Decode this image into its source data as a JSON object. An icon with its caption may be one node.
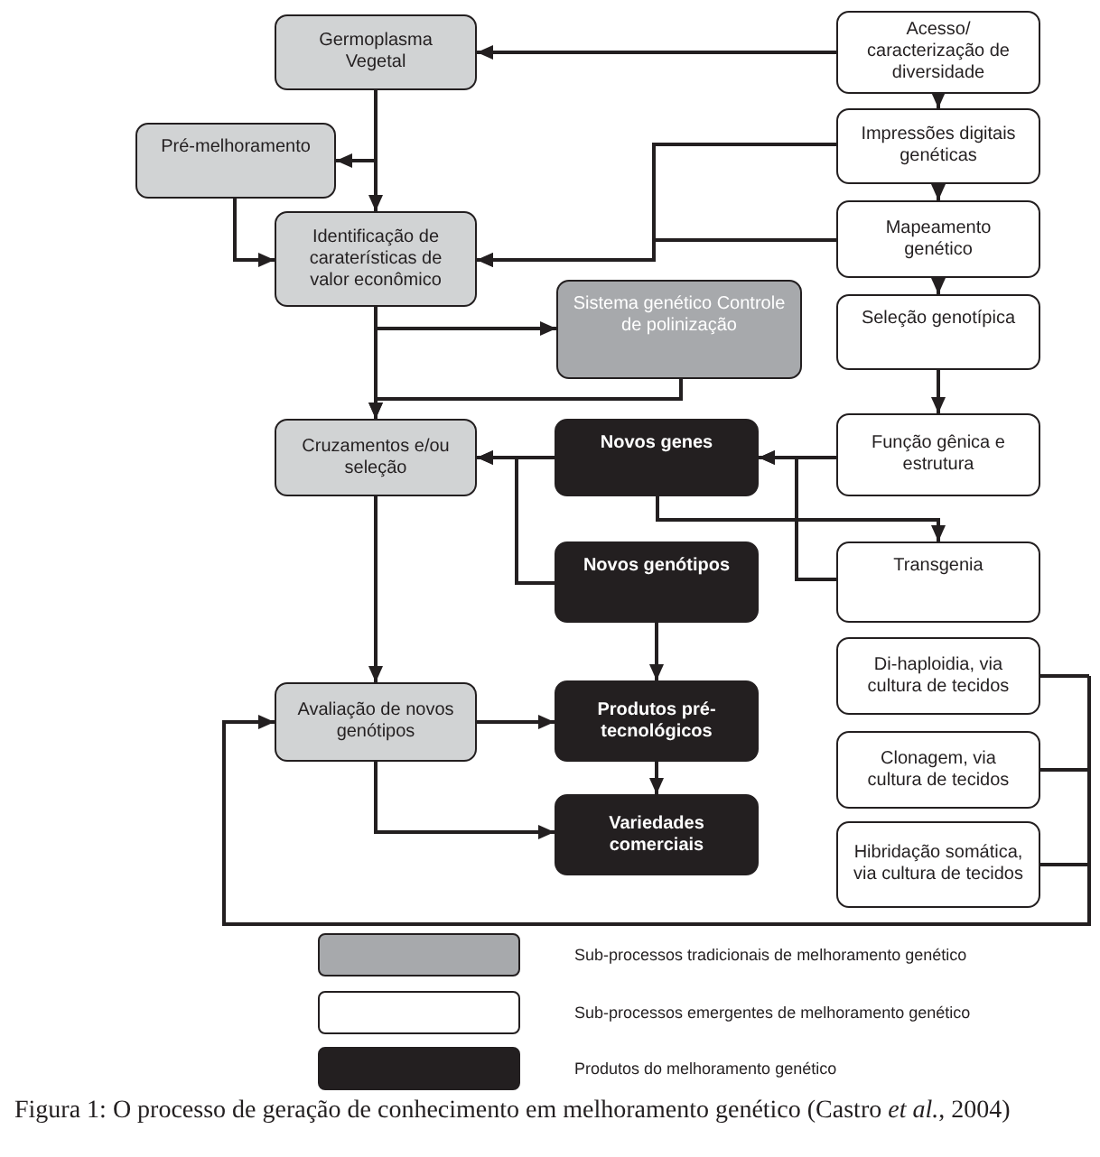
{
  "diagram": {
    "caption": "Figura 1: O processo de geração de conhecimento em melhoramento genético (Castro *et al.*, 2004)",
    "nodes": [
      {
        "text": [
          "Germoplasma Vegetal"
        ]
      },
      {
        "text": [
          "Acesso/ caracterização de diversidade"
        ]
      },
      {
        "text": [
          "Pré-melhoramento"
        ]
      },
      {
        "text": [
          "Impressões digitais genéticas"
        ]
      },
      {
        "text": [
          "Identificação de caraterísticas de valor econômico"
        ]
      },
      {
        "text": [
          "Mapeamento genético"
        ]
      },
      {
        "text": [
          "Sistema genético Controle de polinização"
        ]
      },
      {
        "text": [
          "Seleção genotípica"
        ]
      },
      {
        "text": [
          "Cruzamentos e/ou seleção"
        ]
      },
      {
        "text": [
          "Novos genes"
        ]
      },
      {
        "text": [
          "Função gênica e estrutura"
        ]
      },
      {
        "text": [
          "Novos genótipos"
        ]
      },
      {
        "text": [
          "Transgenia"
        ]
      },
      {
        "text": [
          "Di-haploidia, via cultura de tecidos"
        ]
      },
      {
        "text": [
          "Avaliação de novos genótipos"
        ]
      },
      {
        "text": [
          "Produtos pré-tecnológicos"
        ]
      },
      {
        "text": [
          "Clonagem, via cultura de tecidos"
        ]
      },
      {
        "text": [
          "Variedades comerciais"
        ]
      },
      {
        "text": [
          "Hibridação somática, via cultura de tecidos"
        ]
      }
    ],
    "edges": [
      {
        "from": 1,
        "to": 0,
        "arrow": "to"
      },
      {
        "from": 1,
        "to": 3,
        "arrow": "to"
      },
      {
        "from": 3,
        "to": 5,
        "arrow": "to"
      },
      {
        "from": 5,
        "to": 7,
        "arrow": "to"
      },
      {
        "from": 7,
        "to": 10,
        "arrow": "to"
      },
      {
        "from": 0,
        "to": 4,
        "arrow": "to"
      },
      {
        "from": 0,
        "to": 2,
        "arrow": "to"
      },
      {
        "from": 2,
        "to": 4,
        "arrow": "to"
      },
      {
        "from": 3,
        "to": 4,
        "arrow": "to"
      },
      {
        "from": 5,
        "to": 4,
        "arrow": "to"
      },
      {
        "from": 4,
        "to": 6,
        "arrow": "to"
      },
      {
        "from": 4,
        "to": 8,
        "arrow": "to"
      },
      {
        "from": 6,
        "to": 8,
        "arrow": "to"
      },
      {
        "from": 9,
        "to": 8,
        "arrow": "to"
      },
      {
        "from": 11,
        "to": 8,
        "arrow": "to"
      },
      {
        "from": 10,
        "to": 9,
        "arrow": "to"
      },
      {
        "from": 12,
        "to": 9,
        "arrow": "to"
      },
      {
        "from": 9,
        "to": 12,
        "arrow": "to"
      },
      {
        "from": 11,
        "to": 15,
        "arrow": "to"
      },
      {
        "from": 15,
        "to": 17,
        "arrow": "to"
      },
      {
        "from": 8,
        "to": 14,
        "arrow": "to"
      },
      {
        "from": 14,
        "to": 15,
        "arrow": "to"
      },
      {
        "from": 14,
        "to": 17,
        "arrow": "to"
      },
      {
        "from": 13,
        "to": 14,
        "arrow": "to"
      },
      {
        "from": 16,
        "to": 14,
        "arrow": "to"
      },
      {
        "from": 18,
        "to": 14,
        "arrow": "to"
      }
    ],
    "legend": [
      {
        "text": "Sub-processos tradicionais de melhoramento genético",
        "color": "#a7a9ac"
      },
      {
        "text": "Sub-processos emergentes de melhoramento genético",
        "color": "#ffffff"
      },
      {
        "text": "Produtos do melhoramento genético",
        "color": "#231f20"
      }
    ]
  }
}
